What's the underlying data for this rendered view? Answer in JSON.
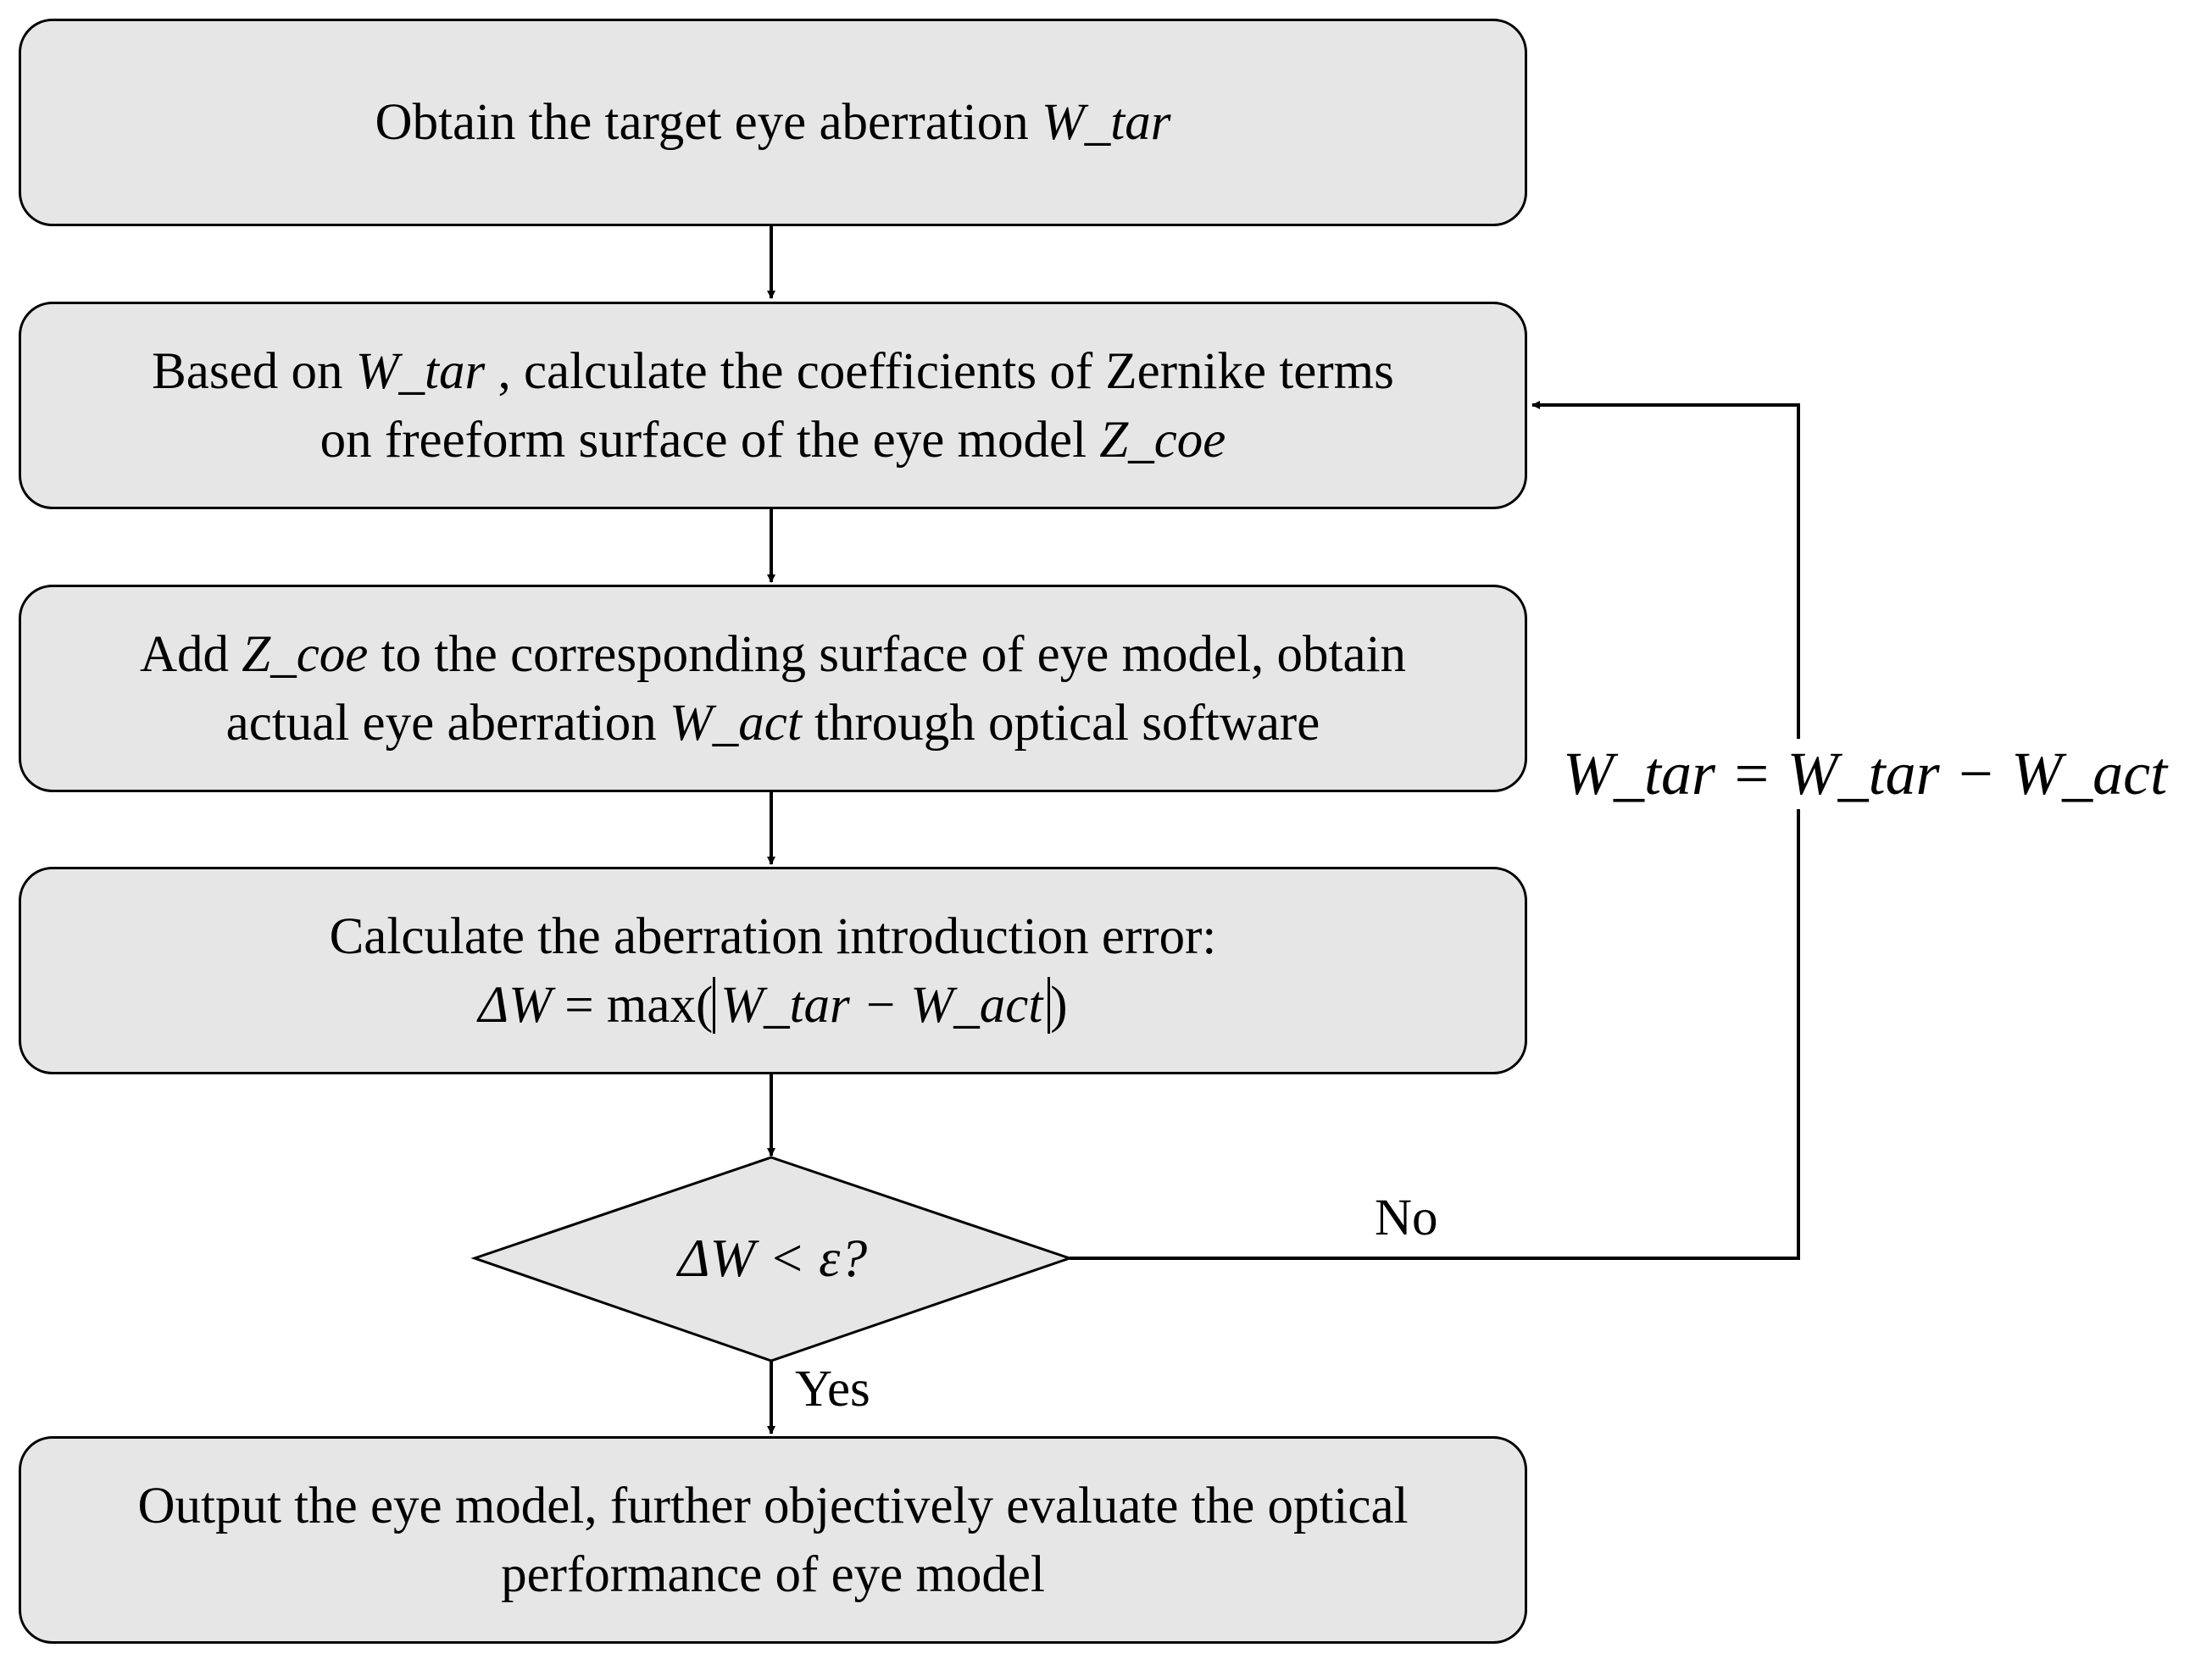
{
  "steps": {
    "step1": {
      "pre": "Obtain the target eye aberration ",
      "var": "W_tar"
    },
    "step2": {
      "line1_pre": "Based on ",
      "line1_var": "W_tar",
      "line1_post": " , calculate the coefficients of Zernike terms",
      "line2_pre": "on freeform surface of the eye model ",
      "line2_var": "Z_coe"
    },
    "step3": {
      "line1_pre": "Add ",
      "line1_var": "Z_coe",
      "line1_post": "  to the corresponding surface of eye model, obtain",
      "line2_pre": "actual eye aberration ",
      "line2_var": "W_act",
      "line2_post": " through optical software"
    },
    "step4": {
      "line1": "Calculate the aberration introduction error:",
      "formula_lhs": "ΔW",
      "formula_mid": " = max(",
      "formula_abs": "W_tar − W_act",
      "formula_close": ")"
    },
    "decision": {
      "text": "ΔW < ε?"
    },
    "step5": {
      "line1": "Output the eye model, further objectively evaluate the optical",
      "line2": "performance of eye model"
    }
  },
  "labels": {
    "no": "No",
    "yes": "Yes"
  },
  "feedback_formula": "W_tar = W_tar − W_act",
  "colors": {
    "box_fill": "#e6e6e6",
    "stroke": "#000000"
  }
}
